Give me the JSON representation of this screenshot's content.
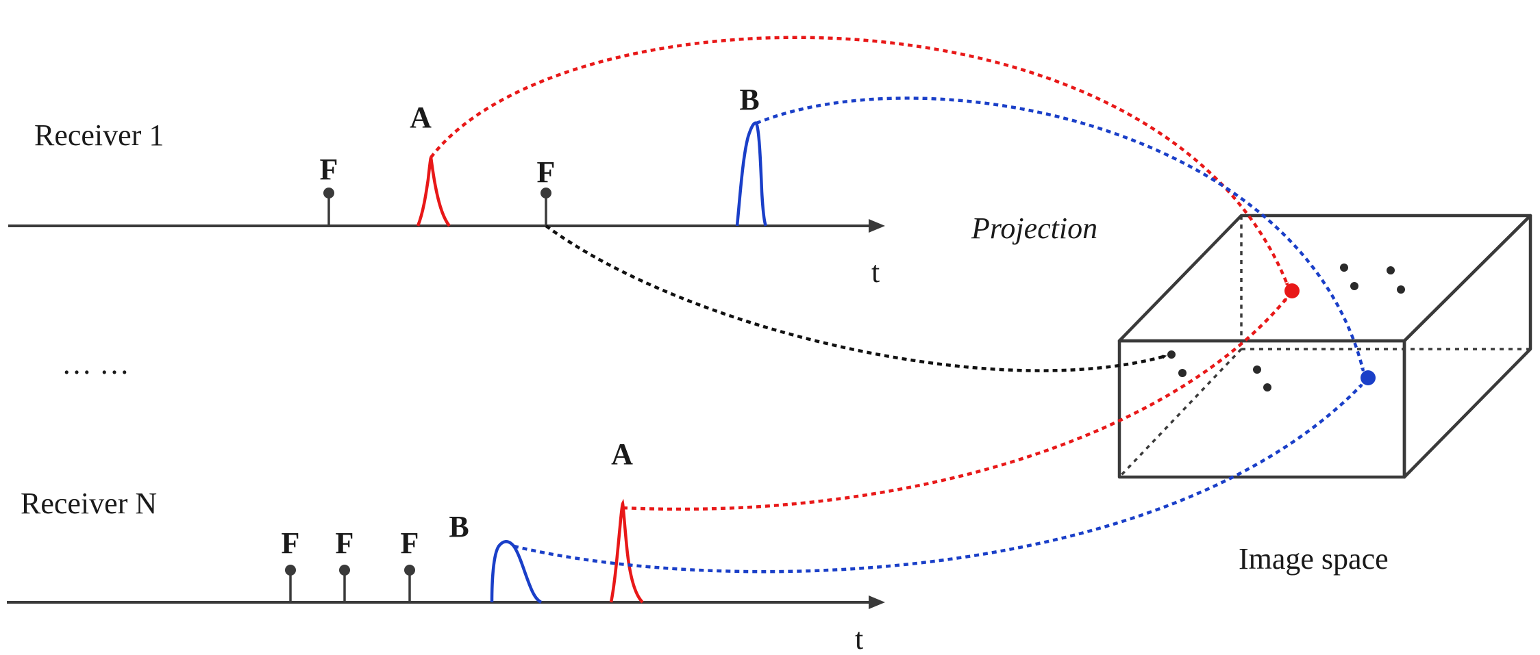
{
  "receivers": [
    {
      "name": "Receiver 1",
      "axis_label": "t",
      "event_markers": [
        "F",
        "F"
      ],
      "pulses": [
        {
          "label": "A",
          "color": "#e81818"
        },
        {
          "label": "B",
          "color": "#1a3fc8"
        }
      ]
    },
    {
      "name": "Receiver N",
      "axis_label": "t",
      "event_markers": [
        "F",
        "F",
        "F"
      ],
      "pulses": [
        {
          "label": "B",
          "color": "#1a3fc8"
        },
        {
          "label": "A",
          "color": "#e81818"
        }
      ]
    }
  ],
  "ellipsis": "… …",
  "projection_label": "Projection",
  "image_space_label": "Image space",
  "colors": {
    "A": "#e81818",
    "B": "#1a3fc8",
    "F": "#111111",
    "lines": "#3a3a3a"
  }
}
